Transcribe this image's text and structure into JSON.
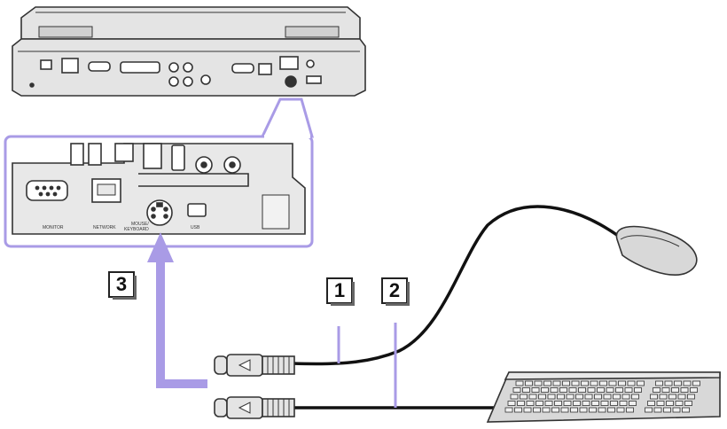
{
  "steps": {
    "one": "1",
    "two": "2",
    "three": "3"
  },
  "port_labels": {
    "monitor": "MONITOR",
    "network": "NETWORK",
    "mouse_keyboard_top": "MOUSE/",
    "mouse_keyboard_bottom": "KEYBOARD",
    "usb": "USB"
  },
  "colors": {
    "highlight": "#a99be6",
    "outline": "#333333",
    "laptop_fill": "#e4e4e4",
    "device_fill": "#d8d8d8"
  },
  "icons": [
    "laptop-icon",
    "ps2-port-icon",
    "mouse-icon",
    "keyboard-icon",
    "ps2-connector-icon",
    "arrow-up-icon"
  ]
}
